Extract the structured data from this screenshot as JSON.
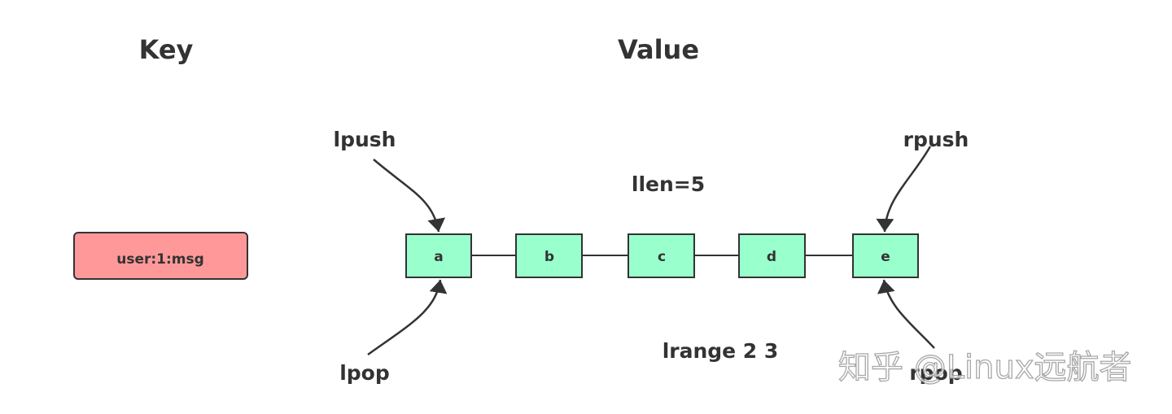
{
  "headers": {
    "key": "Key",
    "value": "Value"
  },
  "key_node": {
    "label": "user:1:msg",
    "fill": "#ff9999"
  },
  "list_nodes": [
    {
      "label": "a"
    },
    {
      "label": "b"
    },
    {
      "label": "c"
    },
    {
      "label": "d"
    },
    {
      "label": "e"
    }
  ],
  "node_fill": "#99ffcc",
  "operations": {
    "lpush": "lpush",
    "rpush": "rpush",
    "lpop": "lpop",
    "rpop": "rpop",
    "llen": "llen=5",
    "lrange": "lrange 2 3"
  },
  "watermark": "知乎 @Linux远航者"
}
